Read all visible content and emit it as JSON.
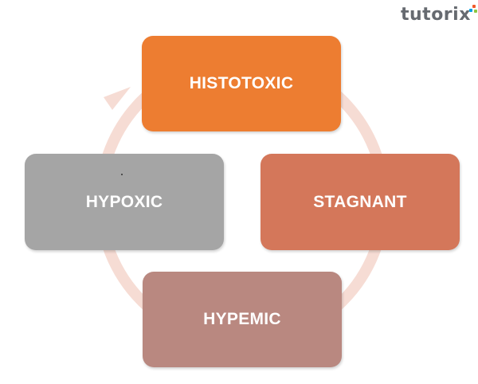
{
  "logo": {
    "text": "tutorix",
    "dot_colors": [
      "#f1592a",
      "#00a0e3",
      "#8dc63f"
    ]
  },
  "cycle": {
    "ring_color": "#f6dcd4",
    "direction": "clockwise",
    "nodes": [
      {
        "id": "histotoxic",
        "label": "HISTOTOXIC",
        "color": "#ed7d31"
      },
      {
        "id": "stagnant",
        "label": "STAGNANT",
        "color": "#d4775a"
      },
      {
        "id": "hypemic",
        "label": "HYPEMIC",
        "color": "#b98880"
      },
      {
        "id": "hypoxic",
        "label": "HYPOXIC",
        "color": "#a5a5a5"
      }
    ]
  }
}
